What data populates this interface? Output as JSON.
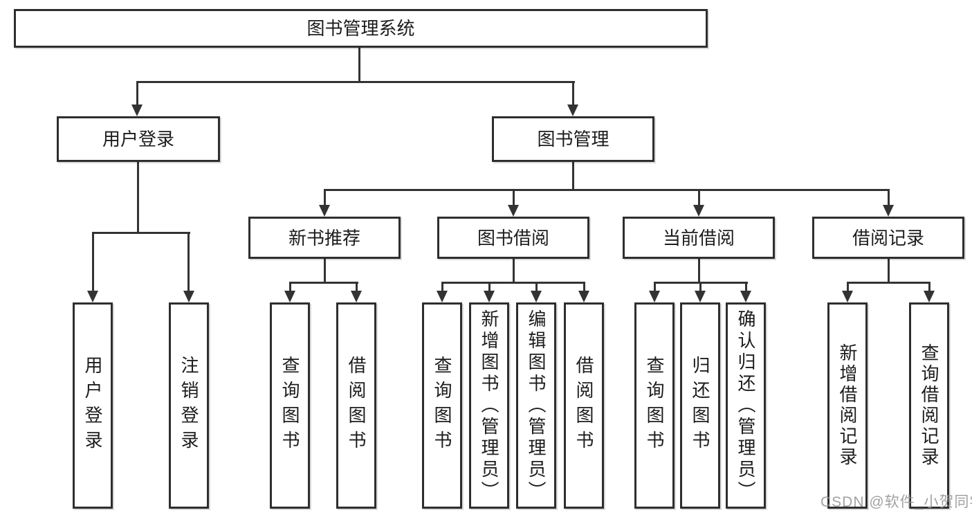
{
  "diagram": {
    "root": {
      "label": "图书管理系统"
    },
    "branches": [
      {
        "label": "用户登录",
        "children": [
          {
            "label": "用户登录"
          },
          {
            "label": "注销登录"
          }
        ]
      },
      {
        "label": "图书管理",
        "children": [
          {
            "label": "新书推荐",
            "children": [
              {
                "label": "查询图书"
              },
              {
                "label": "借阅图书"
              }
            ]
          },
          {
            "label": "图书借阅",
            "children": [
              {
                "label": "查询图书"
              },
              {
                "label": "新增图书（管理员）"
              },
              {
                "label": "编辑图书（管理员）"
              },
              {
                "label": "借阅图书"
              }
            ]
          },
          {
            "label": "当前借阅",
            "children": [
              {
                "label": "查询图书"
              },
              {
                "label": "归还图书"
              },
              {
                "label": "确认归还（管理员）"
              }
            ]
          },
          {
            "label": "借阅记录",
            "children": [
              {
                "label": "新增借阅记录"
              },
              {
                "label": "查询借阅记录"
              }
            ]
          }
        ]
      }
    ]
  },
  "watermark": {
    "text": "CSDN @软件_小贺同学"
  },
  "colors": {
    "background": "#ffffff",
    "line": "#333333",
    "box_border": "#2e2e2e",
    "text": "#1c1c1c",
    "watermark": "#949494"
  }
}
